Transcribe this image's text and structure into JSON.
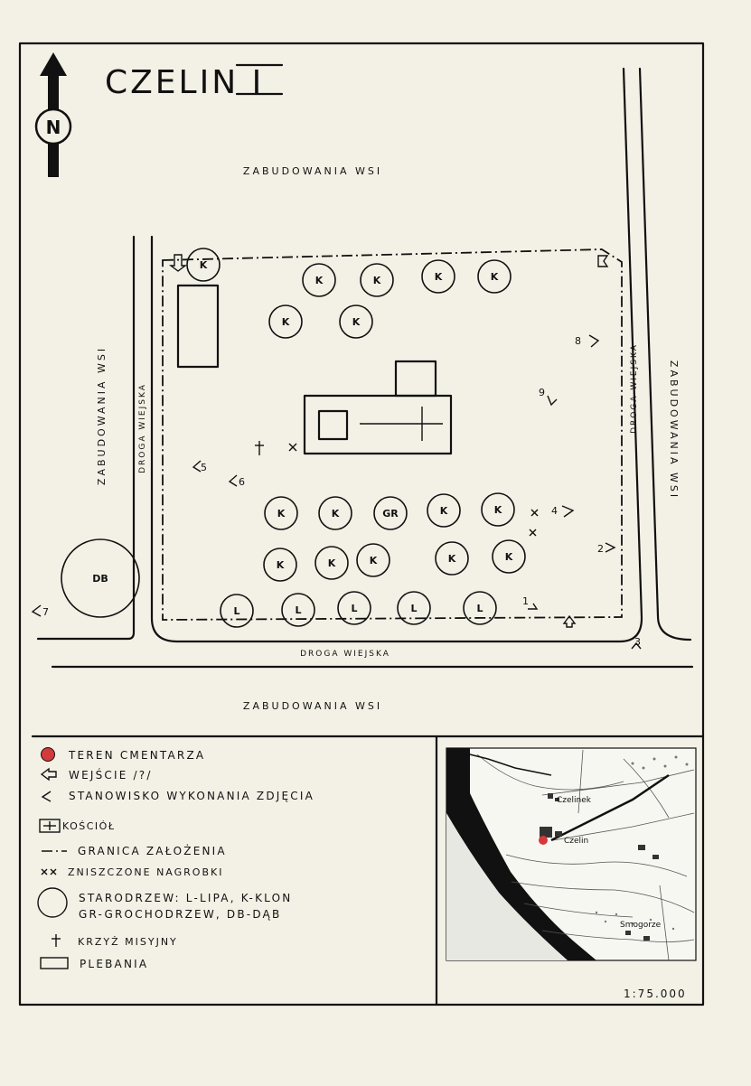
{
  "title": "CZELIN I",
  "north": "N",
  "labels": {
    "north_area": "ZABUDOWANIA WSI",
    "west_area": "ZABUDOWANIA WSI",
    "east_area": "ZABUDOWANIA WSI",
    "south_area": "ZABUDOWANIA WSI",
    "west_road": "DROGA WIEJSKA",
    "east_road": "DROGA WIEJSKA",
    "south_road": "DROGA WIEJSKA"
  },
  "trees": [
    {
      "label": "K"
    },
    {
      "label": "K"
    },
    {
      "label": "K"
    },
    {
      "label": "K"
    },
    {
      "label": "K"
    },
    {
      "label": "K"
    },
    {
      "label": "K"
    },
    {
      "label": "K"
    },
    {
      "label": "K"
    },
    {
      "label": "GR"
    },
    {
      "label": "K"
    },
    {
      "label": "K"
    },
    {
      "label": "K"
    },
    {
      "label": "K"
    },
    {
      "label": "K"
    },
    {
      "label": "K"
    },
    {
      "label": "K"
    },
    {
      "label": "L"
    },
    {
      "label": "L"
    },
    {
      "label": "L"
    },
    {
      "label": "L"
    },
    {
      "label": "L"
    },
    {
      "label": "DB"
    }
  ],
  "photo_points": [
    "1",
    "2",
    "3",
    "4",
    "5",
    "6",
    "7",
    "8",
    "9"
  ],
  "legend": {
    "cemetery_color": "#d43a3a",
    "items": [
      {
        "icon": "red-dot-icon",
        "text": "TEREN CMENTARZA"
      },
      {
        "icon": "entrance-arrow-icon",
        "text": "WEJŚCIE /?/"
      },
      {
        "icon": "photo-point-icon",
        "text": "STANOWISKO WYKONANIA ZDJĘCIA"
      },
      {
        "icon": "church-icon",
        "text": "KOŚCIÓŁ"
      },
      {
        "icon": "dash-dot-line-icon",
        "text": "GRANICA ZAŁOŻENIA"
      },
      {
        "icon": "cross-marks-icon",
        "text": "ZNISZCZONE NAGROBKI"
      },
      {
        "icon": "tree-circle-icon",
        "text": "STARODRZEW: L-LIPA, K-KLON"
      },
      {
        "icon": "",
        "text": "GR-GROCHODRZEW, DB-DĄB"
      },
      {
        "icon": "mission-cross-icon",
        "text": "KRZYŻ MISYJNY"
      },
      {
        "icon": "rectangle-icon",
        "text": "PLEBANIA"
      }
    ]
  },
  "inset": {
    "labels": [
      "Czelinek",
      "Czelin",
      "Smogorze"
    ]
  },
  "scale": "1:75.000"
}
